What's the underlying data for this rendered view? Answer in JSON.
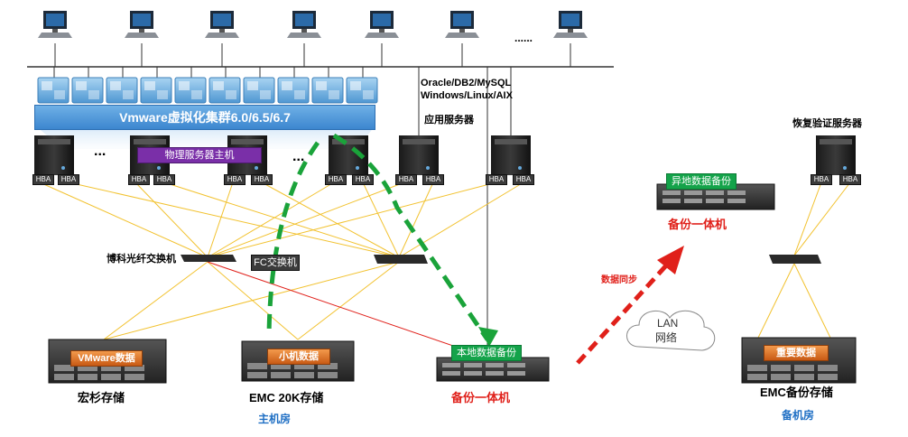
{
  "cluster_banner": "Vmware虚拟化集群6.0/6.5/6.7",
  "physical_host_tag": "物理服务器主机",
  "db_os_line1": "Oracle/DB2/MySQL",
  "db_os_line2": "Windows/Linux/AIX",
  "app_server_label": "应用服务器",
  "restore_server_label": "恢复验证服务器",
  "brocade_switch_label": "博科光纤交换机",
  "fc_switch_tag": "FC交换机",
  "hba": "HBA",
  "ellipsis": "...",
  "pc_ellipsis": "......",
  "storage": {
    "hongshan_tag": "VMware数据",
    "hongshan_label": "宏杉存储",
    "emc20k_tag": "小机数据",
    "emc20k_label": "EMC 20K存储",
    "local_backup_tag": "本地数据备份",
    "local_backup_label": "备份一体机",
    "remote_backup_tag": "异地数据备份",
    "remote_backup_label": "备份一体机",
    "emc_backup_tag": "重要数据",
    "emc_backup_label": "EMC备份存储"
  },
  "main_room_label": "主机房",
  "backup_room_label": "备机房",
  "data_sync_label": "数据同步",
  "lan_line1": "LAN",
  "lan_line2": "网络",
  "colors": {
    "fibre": "#f2c230",
    "red_link": "#e0201a",
    "green_path": "#1aa33a",
    "red_arrow": "#e0201a",
    "blue_text": "#1f6fc4",
    "red_text": "#e0201a"
  }
}
